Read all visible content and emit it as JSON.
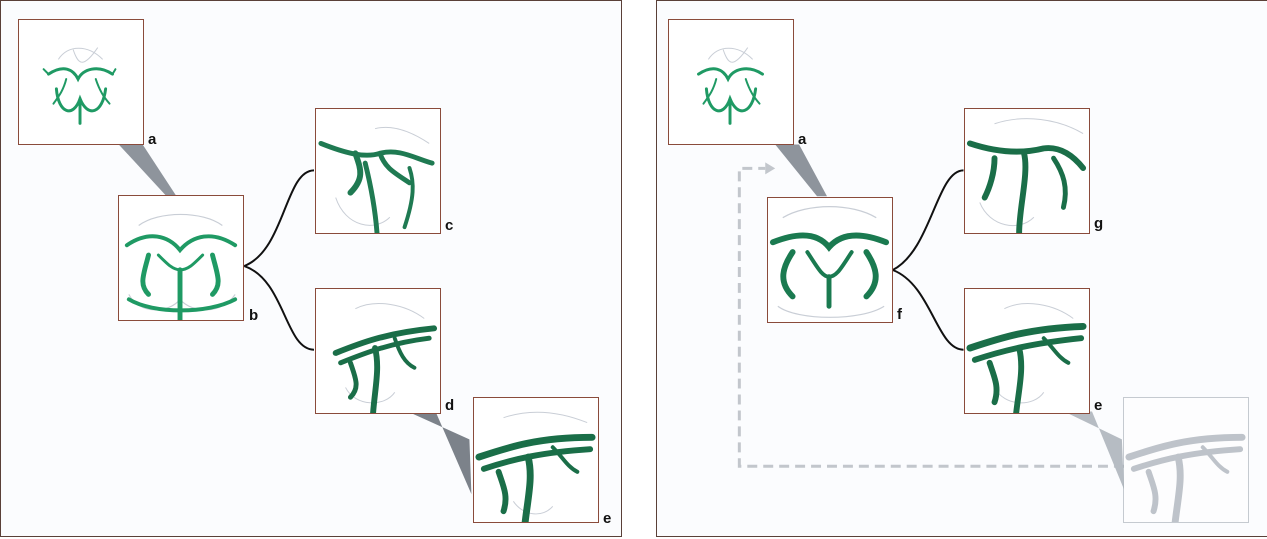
{
  "colors": {
    "vessel": "#1f9a64",
    "vessel_dark": "#0f4f35",
    "frame": "#8a4b3b",
    "panel_border": "#5a4038",
    "wedge": "#8e949c",
    "dashed": "#c2c6cc",
    "ghost_frame": "#9aa3ab"
  },
  "left_panel": {
    "labels": {
      "a": "a",
      "b": "b",
      "c": "c",
      "d": "d",
      "e": "e"
    }
  },
  "right_panel": {
    "labels": {
      "a": "a",
      "f": "f",
      "g": "g",
      "e": "e"
    }
  }
}
